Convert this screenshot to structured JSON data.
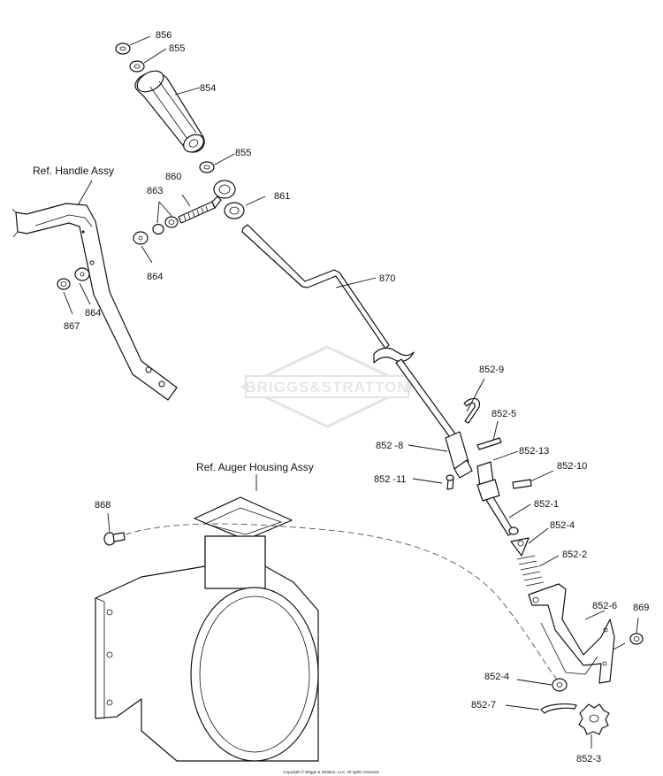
{
  "labels": {
    "p856": "856",
    "p855a": "855",
    "p854": "854",
    "p855b": "855",
    "p860": "860",
    "p863": "863",
    "p861": "861",
    "p864a": "864",
    "p864b": "864",
    "p867": "867",
    "p870": "870",
    "p852_9": "852-9",
    "p852_5": "852-5",
    "p852_8": "852 -8",
    "p852_13": "852-13",
    "p852_10": "852-10",
    "p852_11": "852 -11",
    "p852_1": "852-1",
    "p852_4a": "852-4",
    "p852_2": "852-2",
    "p852_6": "852-6",
    "p869": "869",
    "p852_4b": "852-4",
    "p852_7": "852-7",
    "p852_3": "852-3",
    "p868": "868"
  },
  "refs": {
    "handle": "Ref. Handle Assy",
    "auger": "Ref. Auger Housing Assy"
  },
  "watermark": "BRIGGS&STRATTON",
  "copyright": "Copyright © Briggs & Stratton, LLC. All rights reserved."
}
